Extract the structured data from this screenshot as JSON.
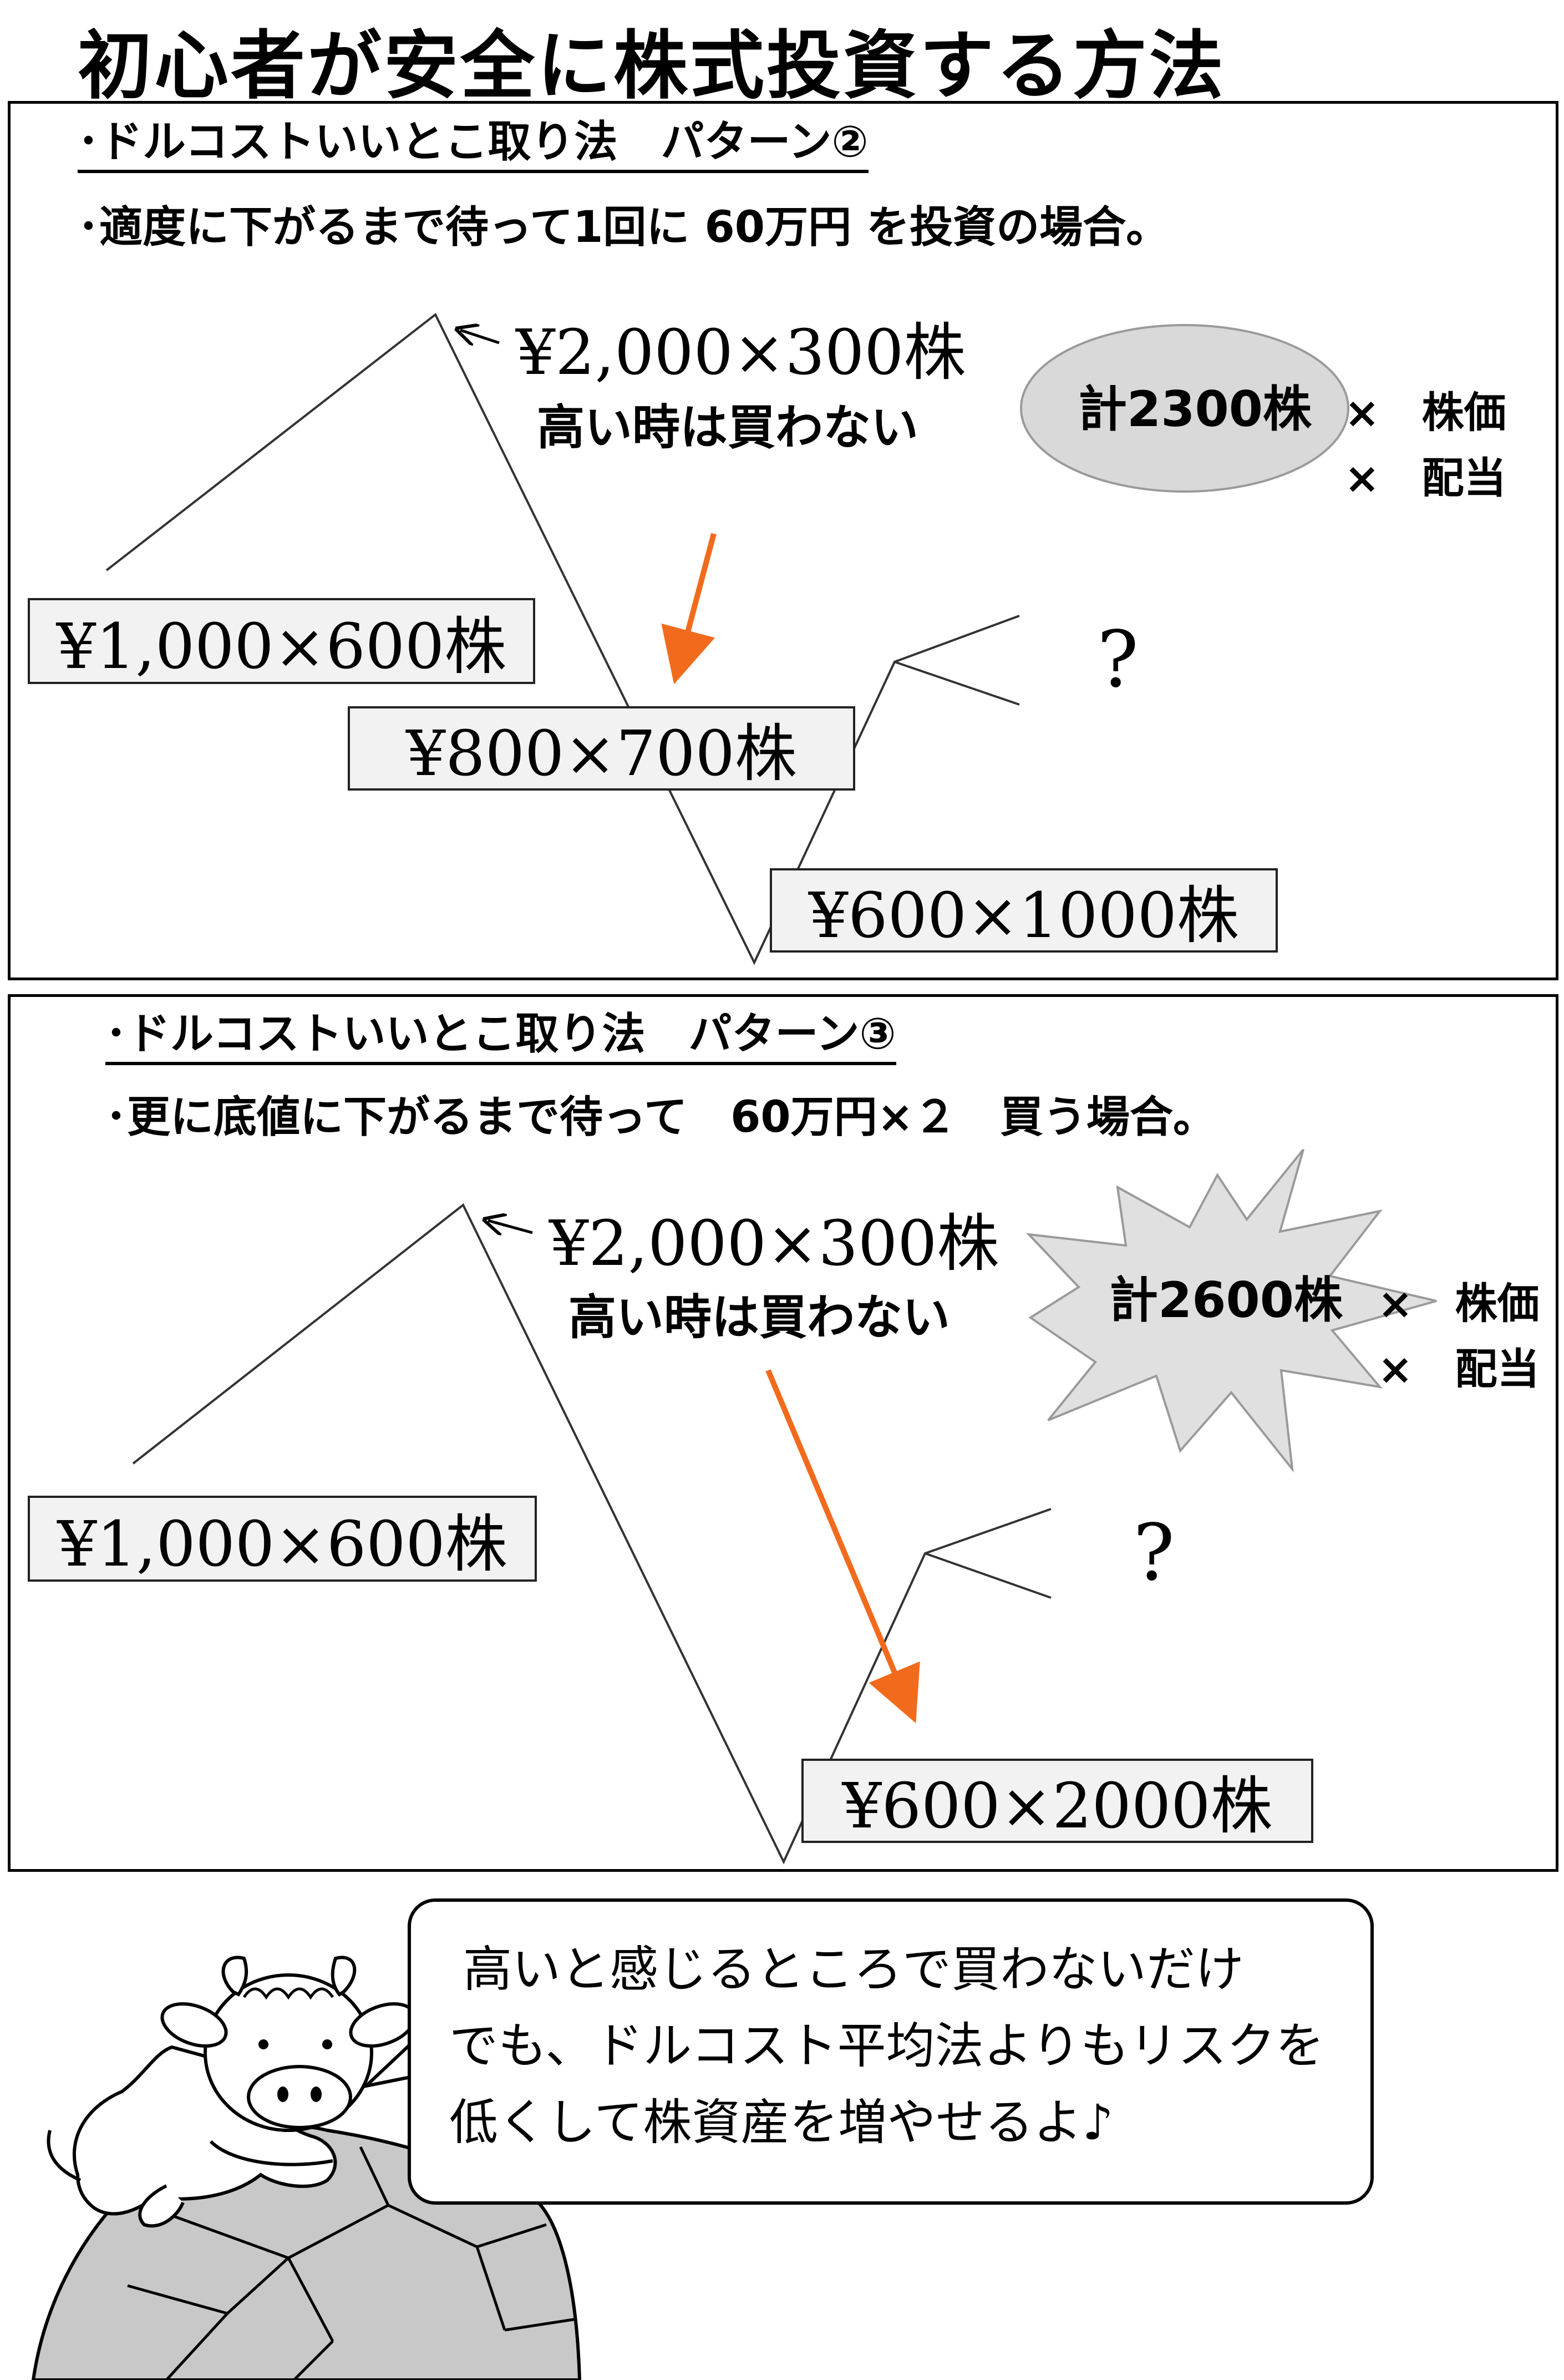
{
  "page": {
    "title": "初心者が安全に株式投資する方法"
  },
  "panel1": {
    "heading": "･ドルコストいいとこ取り法　パターン②",
    "subheading": "･適度に下がるまで待って1回に 60万円 を投資の場合。",
    "high_price_label": "¥2,000×300株",
    "high_note": "高い時は買わない",
    "label_1000": "¥1,000×600株",
    "label_800": "¥800×700株",
    "label_600": "¥600×1000株",
    "total": "計2300株",
    "times_1": "×　株価",
    "times_2": "×　配当",
    "question": "?"
  },
  "panel2": {
    "heading": "･ドルコストいいとこ取り法　パターン③",
    "subheading": "･更に底値に下がるまで待って　60万円×２　買う場合。",
    "high_price_label": "¥2,000×300株",
    "high_note": "高い時は買わない",
    "label_1000": "¥1,000×600株",
    "label_600": "¥600×2000株",
    "total": "計2600株",
    "times_1": "×　株価",
    "times_2": "×　配当",
    "question": "?"
  },
  "speech": {
    "line1": "高いと感じるところで買わないだけ",
    "line2": "でも、ドルコスト平均法よりもリスクを",
    "line3": "低くして株資産を増やせるよ♪"
  },
  "colors": {
    "arrow": "#f26b1d",
    "ellipse_fill": "#d9d9d9",
    "starburst_fill": "#e0e0e0",
    "label_fill": "#f2f2f2",
    "rock_fill": "#c8c8c8"
  }
}
